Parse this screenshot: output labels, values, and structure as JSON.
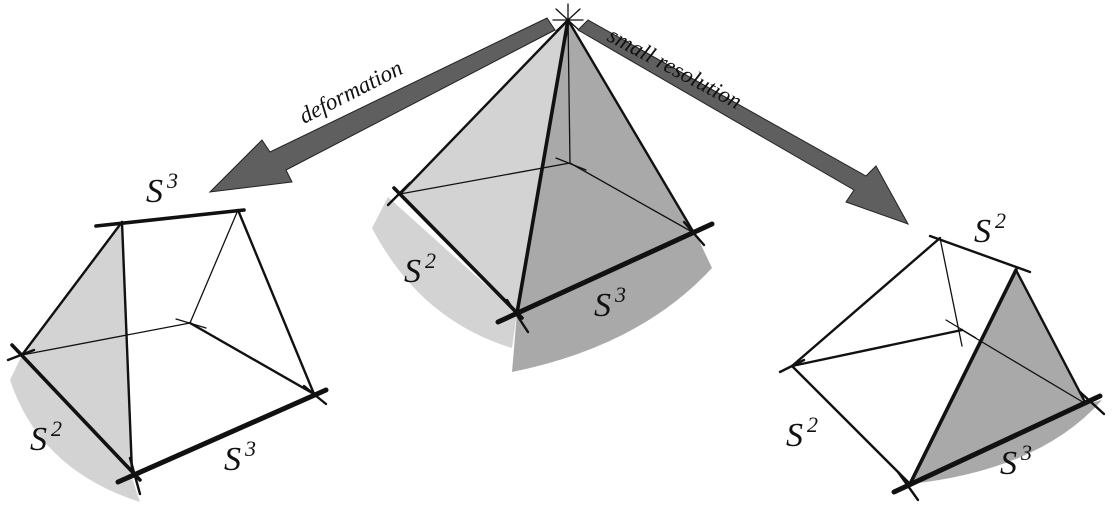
{
  "arrows": {
    "left": "deformation",
    "right": "small resolution"
  },
  "labels": {
    "left_top": "S",
    "left_top_exp": "3",
    "left_left": "S",
    "left_left_exp": "2",
    "left_bottom": "S",
    "left_bottom_exp": "3",
    "center_left": "S",
    "center_left_exp": "2",
    "center_bottom": "S",
    "center_bottom_exp": "3",
    "right_top": "S",
    "right_top_exp": "2",
    "right_left": "S",
    "right_left_exp": "2",
    "right_bottom": "S",
    "right_bottom_exp": "3"
  },
  "colors": {
    "light_fill": "#d3d3d3",
    "dark_fill": "#a9a9a9",
    "arrow_fill": "#5f5f5f",
    "line": "#111111"
  }
}
